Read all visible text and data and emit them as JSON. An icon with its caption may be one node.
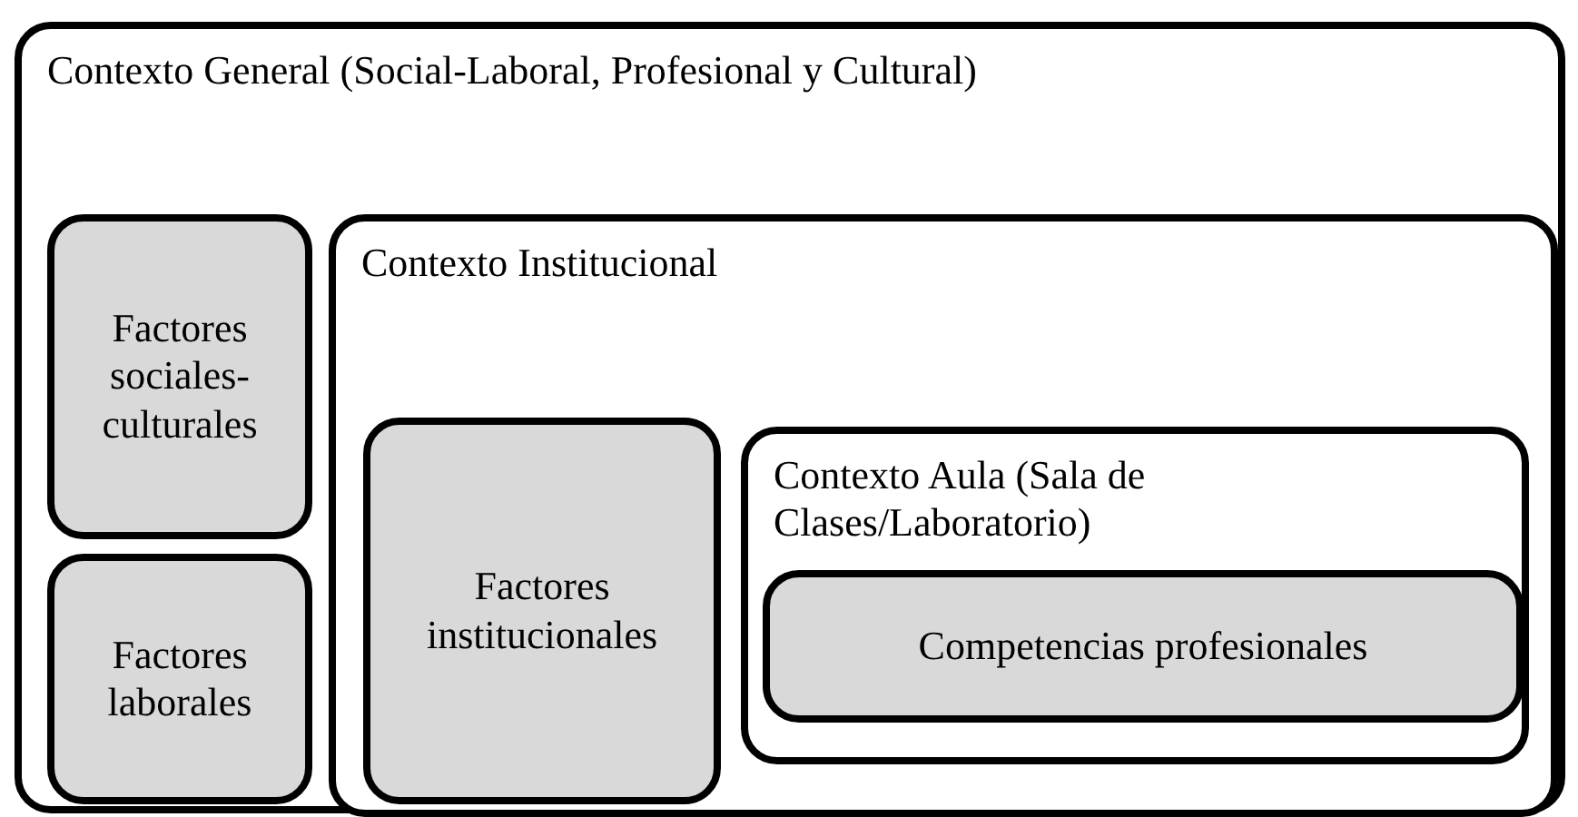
{
  "diagram": {
    "nodes": [
      {
        "text": [
          "Contexto General (Social-Laboral, Profesional y Cultural)"
        ]
      },
      {
        "text": [
          "Factores sociales-culturales"
        ],
        "in": 0
      },
      {
        "text": [
          "Factores laborales"
        ],
        "in": 0
      },
      {
        "text": [
          "Contexto Institucional"
        ],
        "in": 0
      },
      {
        "text": [
          "Factores institucionales"
        ],
        "in": 3
      },
      {
        "text": [
          "Contexto Aula (Sala de Clases/Laboratorio)"
        ],
        "in": 3
      },
      {
        "text": [
          "Competencias profesionales"
        ],
        "in": 5
      }
    ]
  }
}
